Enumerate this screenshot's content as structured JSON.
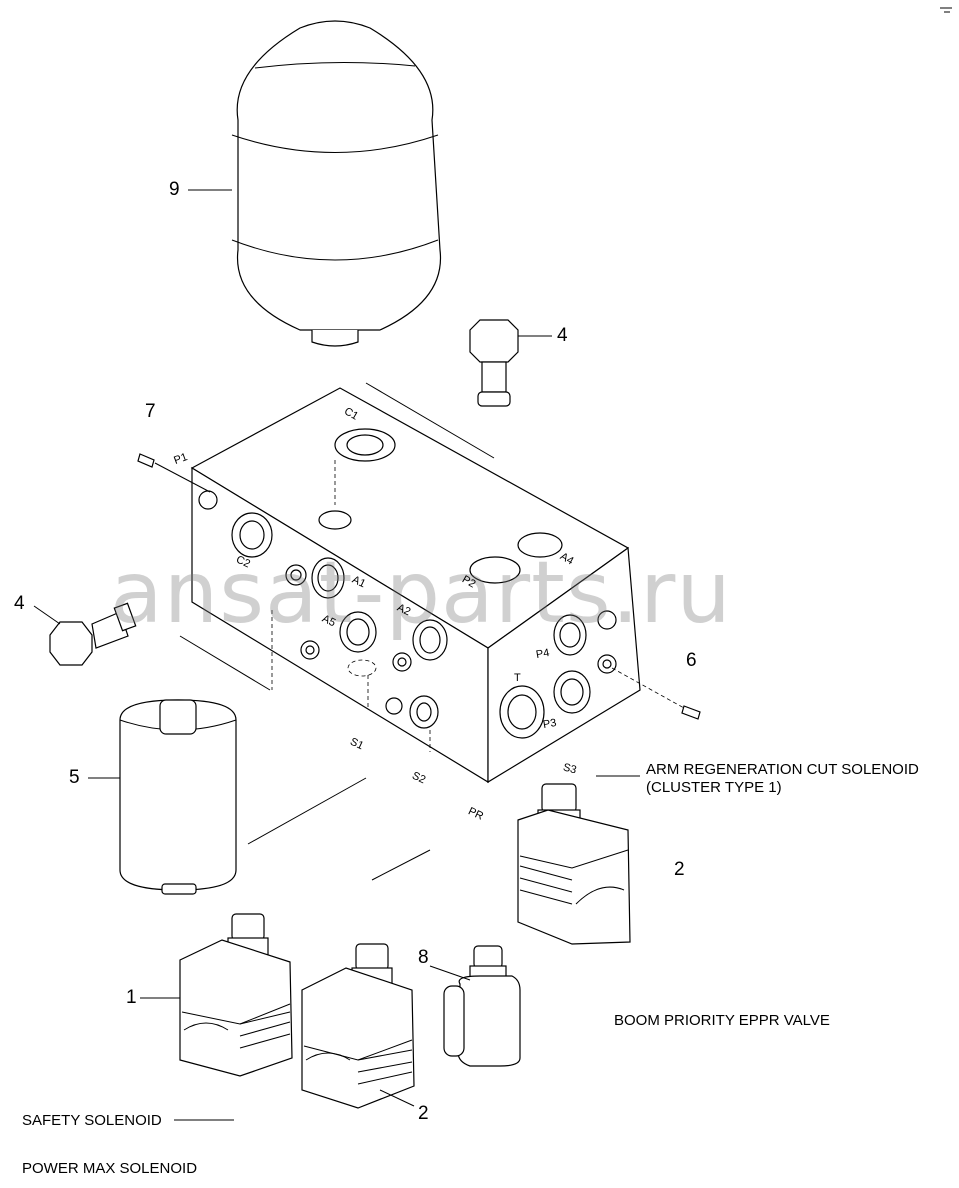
{
  "watermark": "ansat-parts.ru",
  "callouts": {
    "c9": "9",
    "c4_top": "4",
    "c7": "7",
    "c4_left": "4",
    "c6": "6",
    "c5": "5",
    "c2_right": "2",
    "c1": "1",
    "c8": "8",
    "c2_bottom": "2"
  },
  "labels": {
    "arm_regen_line1": "ARM REGENERATION CUT SOLENOID",
    "arm_regen_line2": "(CLUSTER TYPE 1)",
    "boom_priority": "BOOM PRIORITY EPPR VALVE",
    "safety": "SAFETY SOLENOID",
    "power_max": "POWER MAX SOLENOID"
  },
  "ports": {
    "C1": "C1",
    "P1": "P1",
    "C2": "C2",
    "A1": "A1",
    "A5": "A5",
    "A2": "A2",
    "P2": "P2",
    "A4": "A4",
    "P4": "P4",
    "T": "T",
    "P3": "P3",
    "S1": "S1",
    "S2": "S2",
    "S3": "S3",
    "PR": "PR"
  }
}
